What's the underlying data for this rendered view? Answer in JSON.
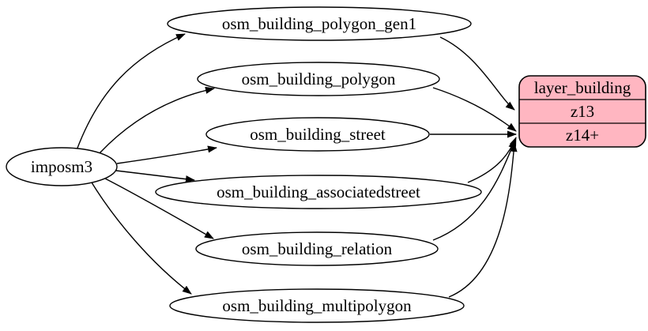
{
  "diagram": {
    "background_color": "#ffffff",
    "edge_color": "#000000",
    "table_node_fill": "#ffffff",
    "node_stroke": "#000000",
    "source": {
      "label": "imposm3"
    },
    "tables": [
      {
        "label": "osm_building_polygon_gen1"
      },
      {
        "label": "osm_building_polygon"
      },
      {
        "label": "osm_building_street"
      },
      {
        "label": "osm_building_associatedstreet"
      },
      {
        "label": "osm_building_relation"
      },
      {
        "label": "osm_building_multipolygon"
      }
    ],
    "layer": {
      "title": "layer_building",
      "fill": "#ffb6c1",
      "rows": [
        {
          "label": "z13"
        },
        {
          "label": "z14+"
        }
      ]
    },
    "edges": [
      {
        "from": "imposm3",
        "to": "osm_building_polygon_gen1"
      },
      {
        "from": "imposm3",
        "to": "osm_building_polygon"
      },
      {
        "from": "imposm3",
        "to": "osm_building_street"
      },
      {
        "from": "imposm3",
        "to": "osm_building_associatedstreet"
      },
      {
        "from": "imposm3",
        "to": "osm_building_relation"
      },
      {
        "from": "imposm3",
        "to": "osm_building_multipolygon"
      },
      {
        "from": "osm_building_polygon_gen1",
        "to": "layer_building:z13"
      },
      {
        "from": "osm_building_polygon",
        "to": "layer_building:z14+"
      },
      {
        "from": "osm_building_street",
        "to": "layer_building:z14+"
      },
      {
        "from": "osm_building_associatedstreet",
        "to": "layer_building:z14+"
      },
      {
        "from": "osm_building_relation",
        "to": "layer_building:z14+"
      },
      {
        "from": "osm_building_multipolygon",
        "to": "layer_building:z14+"
      }
    ]
  }
}
